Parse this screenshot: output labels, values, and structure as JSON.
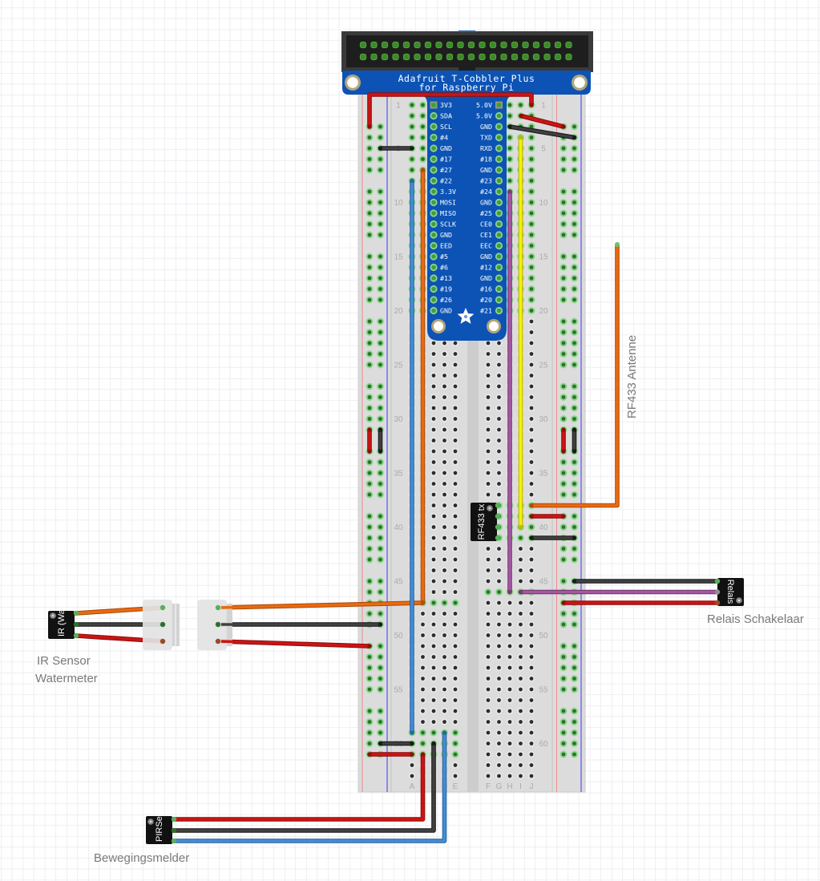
{
  "colors": {
    "red": {
      "core": "#cc1414",
      "edge": "#8a0b0b"
    },
    "black": {
      "core": "#404040",
      "edge": "#161616"
    },
    "orange": {
      "core": "#e96a10",
      "edge": "#a9490a"
    },
    "blue": {
      "core": "#418dd9",
      "edge": "#2a5f96"
    },
    "yellow": {
      "core": "#f6f200",
      "edge": "#b5b000"
    },
    "purple": {
      "core": "#a556a2",
      "edge": "#6c386a"
    },
    "cobbler_blue": "#0c53b5",
    "header_black": "#1e1e1e",
    "connected_glow": "#87d987",
    "connected_core": "#2f6f2f",
    "caption_gray": "#7a7a7a"
  },
  "cobbler": {
    "title_line1": "Adafruit T-Cobbler Plus",
    "title_line2": "for Raspberry Pi",
    "left_pins": [
      "3V3",
      "SDA",
      "SCL",
      "#4",
      "GND",
      "#17",
      "#27",
      "#22",
      "3.3V",
      "MOSI",
      "MISO",
      "SCLK",
      "GND",
      "EED",
      "#5",
      "#6",
      "#13",
      "#19",
      "#26",
      "GND"
    ],
    "right_pins": [
      "5.0V",
      "5.0V",
      "GND",
      "TXD",
      "RXD",
      "#18",
      "GND",
      "#23",
      "#24",
      "GND",
      "#25",
      "CE0",
      "CE1",
      "EEC",
      "GND",
      "#12",
      "GND",
      "#16",
      "#20",
      "#21"
    ]
  },
  "breadboard": {
    "row_count": 63,
    "row_labels": [
      "1",
      "5",
      "10",
      "15",
      "20",
      "25",
      "30",
      "35",
      "40",
      "45",
      "50",
      "55",
      "60"
    ],
    "column_labels": [
      "A",
      "B",
      "C",
      "D",
      "E",
      "F",
      "G",
      "H",
      "I",
      "J"
    ],
    "connected_rows_left": [
      1,
      2,
      3,
      4,
      5,
      6,
      7,
      8,
      9,
      10,
      11,
      12,
      13,
      14,
      15,
      16,
      17,
      18,
      19,
      20,
      47,
      59,
      60,
      61
    ],
    "connected_rows_right": [
      1,
      2,
      3,
      4,
      5,
      6,
      7,
      8,
      9,
      10,
      11,
      12,
      13,
      14,
      15,
      16,
      17,
      18,
      19,
      20,
      38,
      39,
      40,
      41,
      46
    ]
  },
  "components": {
    "rf433": {
      "part_label": "RF433 tx"
    },
    "antenna": {
      "caption": "RF433 Antenne"
    },
    "relay": {
      "part_label": "Relais",
      "caption": "Relais Schakelaar"
    },
    "ir_sensor": {
      "part_label": "IR (Wat",
      "caption_line1": "IR Sensor",
      "caption_line2": "Watermeter"
    },
    "pir": {
      "part_label": "PIRSen",
      "caption": "Bewegingsmelder"
    }
  },
  "wires": [
    {
      "color": "red"
    },
    {
      "color": "red"
    },
    {
      "color": "black"
    },
    {
      "color": "black"
    },
    {
      "color": "orange"
    },
    {
      "color": "orange"
    },
    {
      "color": "blue"
    },
    {
      "color": "yellow"
    },
    {
      "color": "purple"
    },
    {
      "color": "purple"
    },
    {
      "color": "orange"
    },
    {
      "color": "red"
    },
    {
      "color": "black"
    },
    {
      "color": "black"
    },
    {
      "color": "red"
    },
    {
      "color": "red"
    },
    {
      "color": "black"
    },
    {
      "color": "red"
    },
    {
      "color": "black"
    },
    {
      "color": "black"
    },
    {
      "color": "red"
    },
    {
      "color": "red"
    },
    {
      "color": "black"
    },
    {
      "color": "blue"
    },
    {
      "color": "orange"
    },
    {
      "color": "black"
    },
    {
      "color": "red"
    },
    {
      "color": "black"
    },
    {
      "color": "red"
    }
  ]
}
